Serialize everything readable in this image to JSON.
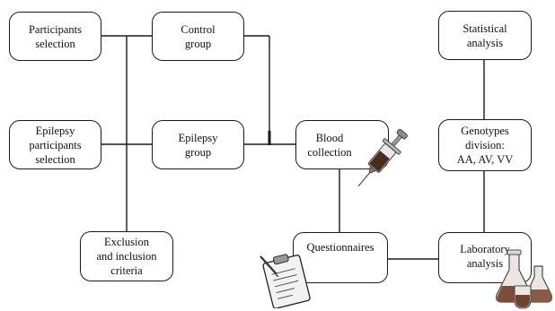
{
  "diagram": {
    "nodes": {
      "participants_selection": "Participants\nselection",
      "control_group": "Control\ngroup",
      "epilepsy_participants_selection": "Epilepsy\nparticipants\nselection",
      "epilepsy_group": "Epilepsy\ngroup",
      "exclusion_inclusion": "Exclusion\nand inclusion\ncriteria",
      "blood_collection": "Blood\ncollection",
      "questionnaires": "Questionnaires",
      "statistical_analysis": "Statistical\nanalysis",
      "genotypes_division": "Genotypes\ndivision:\nAA, AV, VV",
      "laboratory_analysis": "Laboratory\nanalysis"
    },
    "illustrations": [
      "syringe-icon",
      "clipboard-icon",
      "lab-flasks-icon"
    ],
    "colors": {
      "line": "#1a1a1a",
      "syringe_fill": "#4a2d1e",
      "flask_liquid": "#7a4e38"
    }
  }
}
